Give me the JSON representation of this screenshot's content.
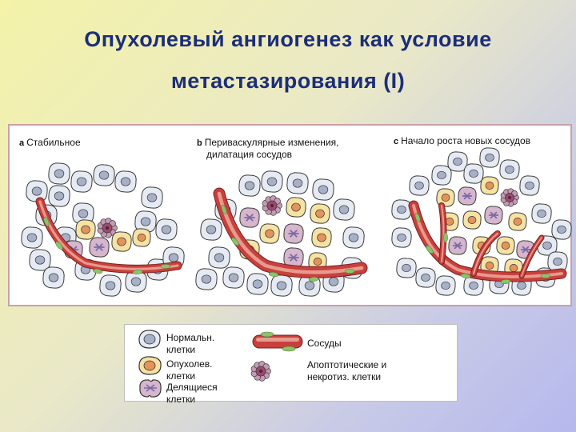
{
  "slide": {
    "title_line1": "Опухолевый ангиогенез как условие",
    "title_line2": "метастазирования (I)"
  },
  "panels": [
    {
      "letter": "a",
      "label": "Стабильное"
    },
    {
      "letter": "b",
      "label": "Периваскулярные изменения,",
      "label2": "дилатация сосудов"
    },
    {
      "letter": "c",
      "label": "Начало роста новых сосудов"
    }
  ],
  "legend": {
    "normal": "Нормальн. клетки",
    "tumor": "Опухолев. клетки",
    "dividing": "Делящиеся клетки",
    "vessels": "Сосуды",
    "apoptotic": "Апоптотические и некротиз. клетки"
  },
  "colors": {
    "title": "#1c2e7a",
    "vessel": "#c8403c",
    "vessel_light": "#e79a8e",
    "pericyte": "#8cc36a",
    "normal_cell": "#e6eaf2",
    "normal_nucleus": "#a8b0c8",
    "tumor_cell": "#f6e3a4",
    "tumor_nucleus": "#e4935a",
    "dividing_cell": "#d6b6cc",
    "dividing_core": "#7a6aa8",
    "apoptotic": "#9c4a6e"
  }
}
